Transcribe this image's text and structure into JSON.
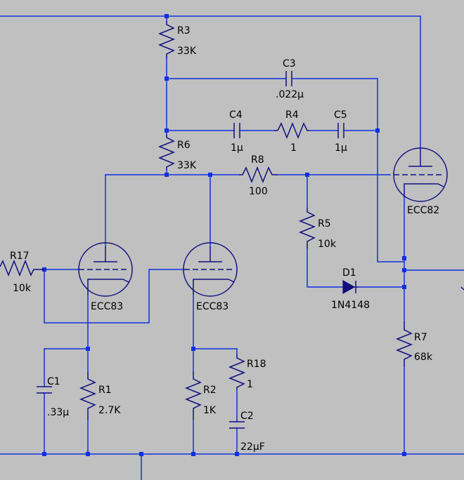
{
  "components": {
    "R3": {
      "ref": "R3",
      "value": "33K"
    },
    "R6": {
      "ref": "R6",
      "value": "33K"
    },
    "C3": {
      "ref": "C3",
      "value": ".022µ"
    },
    "C4": {
      "ref": "C4",
      "value": "1µ"
    },
    "R4": {
      "ref": "R4",
      "value": "1"
    },
    "C5": {
      "ref": "C5",
      "value": "1µ"
    },
    "R8": {
      "ref": "R8",
      "value": "100"
    },
    "R5": {
      "ref": "R5",
      "value": "10k"
    },
    "D1": {
      "ref": "D1",
      "value": "1N4148"
    },
    "R7": {
      "ref": "R7",
      "value": "68k"
    },
    "R17": {
      "ref": "R17",
      "value": "10k"
    },
    "C1": {
      "ref": "C1",
      "value": ".33µ"
    },
    "R1": {
      "ref": "R1",
      "value": "2.7K"
    },
    "R2": {
      "ref": "R2",
      "value": "1K"
    },
    "R18": {
      "ref": "R18",
      "value": "1"
    },
    "C2": {
      "ref": "C2",
      "value": "22µF"
    },
    "V1": {
      "model": "ECC83"
    },
    "V2": {
      "model": "ECC83"
    },
    "V3": {
      "model": "ECC82"
    }
  }
}
